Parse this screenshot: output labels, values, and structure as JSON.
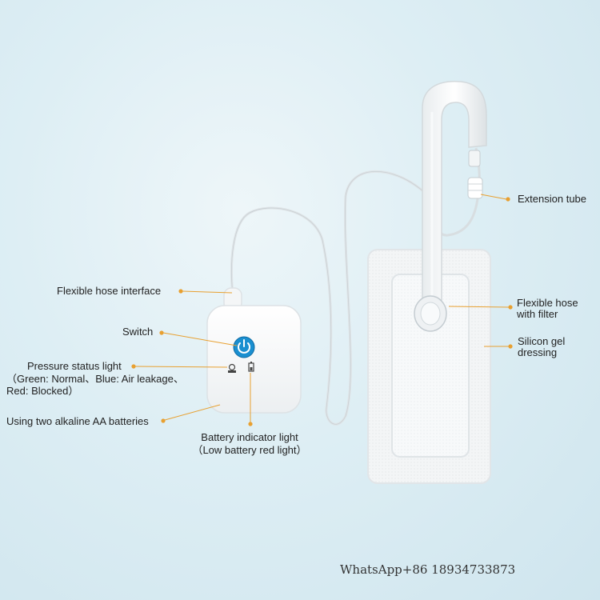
{
  "labels": {
    "extension_tube": "Extension tube",
    "hose_interface": "Flexible hose interface",
    "switch": "Switch",
    "pressure_title": "Pressure status light",
    "pressure_detail_1": "（Green: Normal、Blue: Air leakage、",
    "pressure_detail_2": "Red: Blocked）",
    "batteries": "Using two alkaline AA batteries",
    "battery_indicator_1": "Battery indicator light",
    "battery_indicator_2": "（Low battery red light）",
    "hose_filter_1": "Flexible hose",
    "hose_filter_2": "with filter",
    "dressing_1": "Silicon gel",
    "dressing_2": "dressing"
  },
  "contact": "WhatsApp+86 18934733873",
  "colors": {
    "leader_line": "#e8a030",
    "background": "#d9ecf2",
    "power_button": "#1a8fd0",
    "device_body": "#f6f7f8"
  },
  "icons": [
    "power-icon",
    "pressure-light-icon",
    "battery-icon"
  ]
}
